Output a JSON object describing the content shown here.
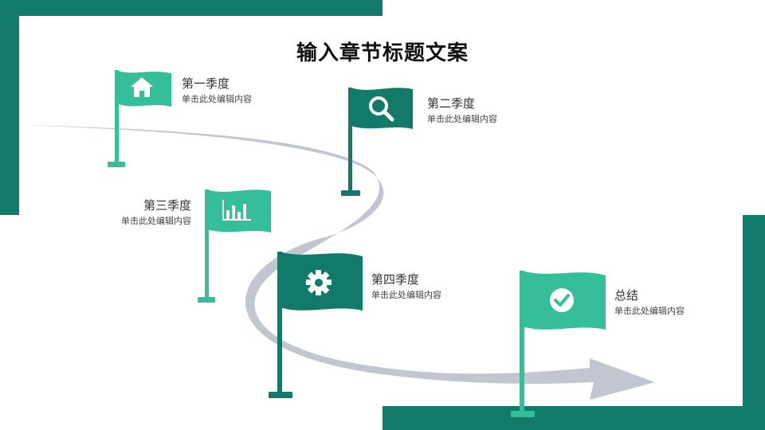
{
  "title": "输入章节标题文案",
  "colors": {
    "dark_green": "#127a69",
    "light_green": "#35be99",
    "road_gray": "#c1c6d0",
    "text": "#333333"
  },
  "milestones": [
    {
      "heading": "第一季度",
      "text": "单击此处编辑内容",
      "icon": "home-icon",
      "flag_color": "light"
    },
    {
      "heading": "第二季度",
      "text": "单击此处编辑内容",
      "icon": "search-icon",
      "flag_color": "dark"
    },
    {
      "heading": "第三季度",
      "text": "单击此处编辑内容",
      "icon": "bar-chart-icon",
      "flag_color": "light"
    },
    {
      "heading": "第四季度",
      "text": "单击此处编辑内容",
      "icon": "gear-icon",
      "flag_color": "dark"
    },
    {
      "heading": "总结",
      "text": "单击此处编辑内容",
      "icon": "check-circle-icon",
      "flag_color": "light"
    }
  ]
}
